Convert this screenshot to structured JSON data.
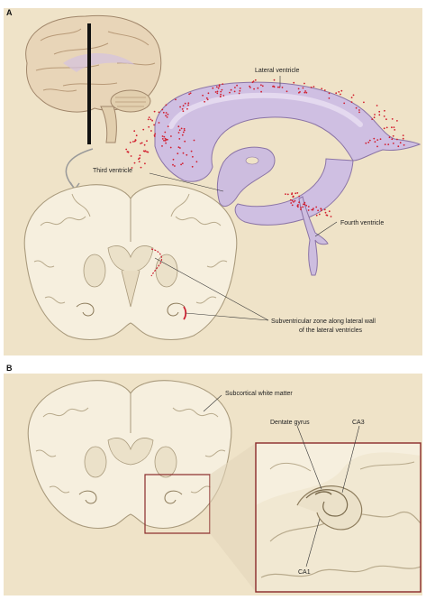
{
  "panels": {
    "a": {
      "letter": "A",
      "labels": {
        "lateral_ventricle": "Lateral ventricle",
        "third_ventricle": "Third ventricle",
        "fourth_ventricle": "Fourth ventricle",
        "svz_line1": "Subventricular zone along lateral wall",
        "svz_line2": "of the lateral ventricles"
      }
    },
    "b": {
      "letter": "B",
      "labels": {
        "subcortical_white_matter": "Subcortical white matter",
        "dentate_gyrus": "Dentate gyrus",
        "ca3": "CA3",
        "ca1": "CA1"
      }
    }
  },
  "colors": {
    "background": "#efe3c8",
    "tissue": "#f4ecd9",
    "tissue_outline": "#a99a7c",
    "ventricle": "#c9b3dc",
    "ventricle_outline": "#8b74a6",
    "dots": "#d21e2e",
    "inset_frame": "#8a2a2a"
  }
}
